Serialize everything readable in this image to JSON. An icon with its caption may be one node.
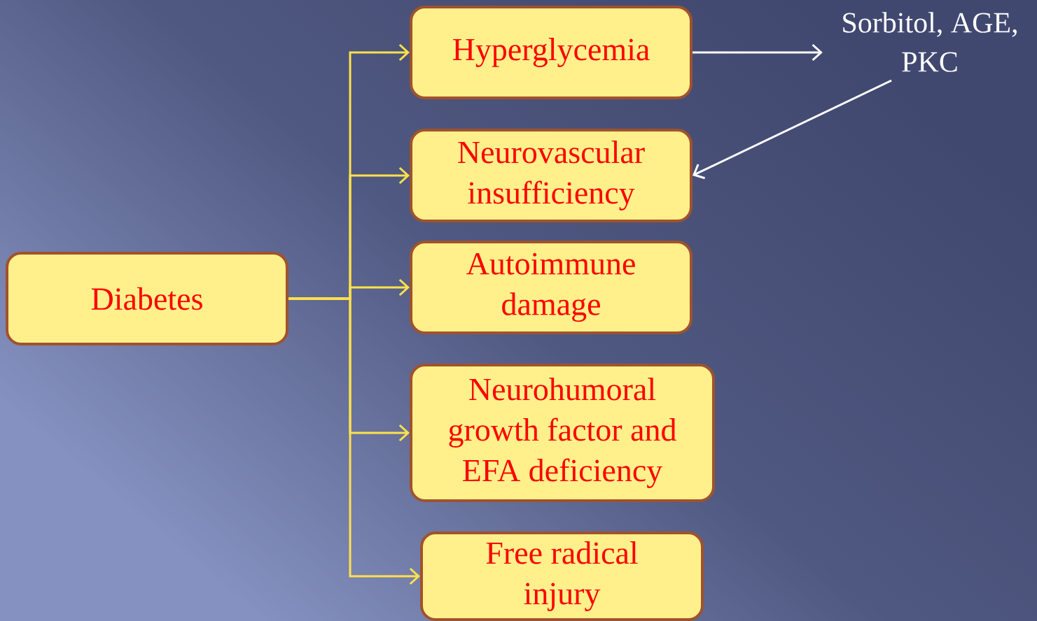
{
  "diagram": {
    "nodes": [
      {
        "text": [
          "Diabetes"
        ]
      },
      {
        "text": [
          "Hyperglycemia"
        ]
      },
      {
        "text": [
          "Neurovascular insufficiency"
        ]
      },
      {
        "text": [
          "Autoimmune damage"
        ]
      },
      {
        "text": [
          "Neurohumoral growth factor and EFA deficiency"
        ]
      },
      {
        "text": [
          "Free radical injury"
        ]
      },
      {
        "text": [
          "Sorbitol, AGE, PKC"
        ]
      }
    ],
    "edges": [
      {
        "from": 0,
        "to": 1,
        "arrow": "to"
      },
      {
        "from": 0,
        "to": 2,
        "arrow": "to"
      },
      {
        "from": 0,
        "to": 3,
        "arrow": "to"
      },
      {
        "from": 0,
        "to": 4,
        "arrow": "to"
      },
      {
        "from": 0,
        "to": 5,
        "arrow": "to"
      },
      {
        "from": 1,
        "to": 6,
        "arrow": "to",
        "color": "#ffffff"
      },
      {
        "from": 6,
        "to": 2,
        "arrow": "to",
        "color": "#ffffff"
      }
    ]
  }
}
